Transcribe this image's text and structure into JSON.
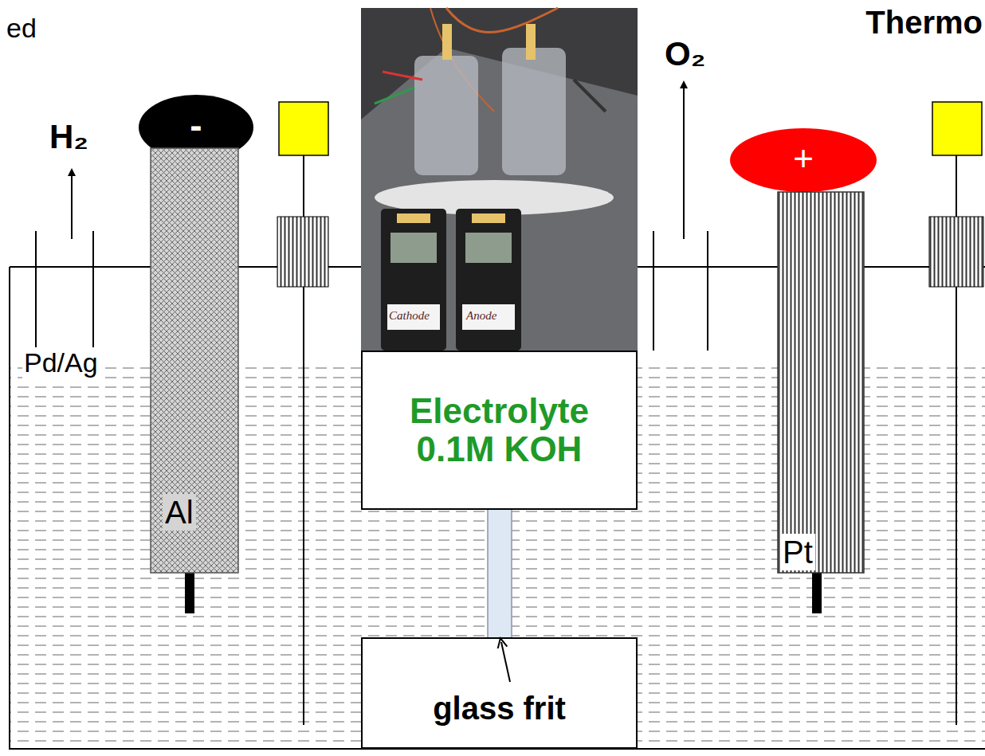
{
  "diagram": {
    "nodes": [
      {
        "text": [
          "-"
        ]
      },
      {
        "text": [
          "Al"
        ]
      },
      {
        "text": [
          "Electrolyte 0.1M KOH"
        ]
      },
      {
        "text": [
          "glass frit"
        ]
      },
      {
        "text": [
          "+"
        ]
      },
      {
        "text": [
          "Pt"
        ]
      }
    ],
    "labels": [
      "ed",
      "Thermo",
      "H₂",
      "O₂",
      "Pd/Ag",
      "Cathode",
      "Anode"
    ]
  }
}
